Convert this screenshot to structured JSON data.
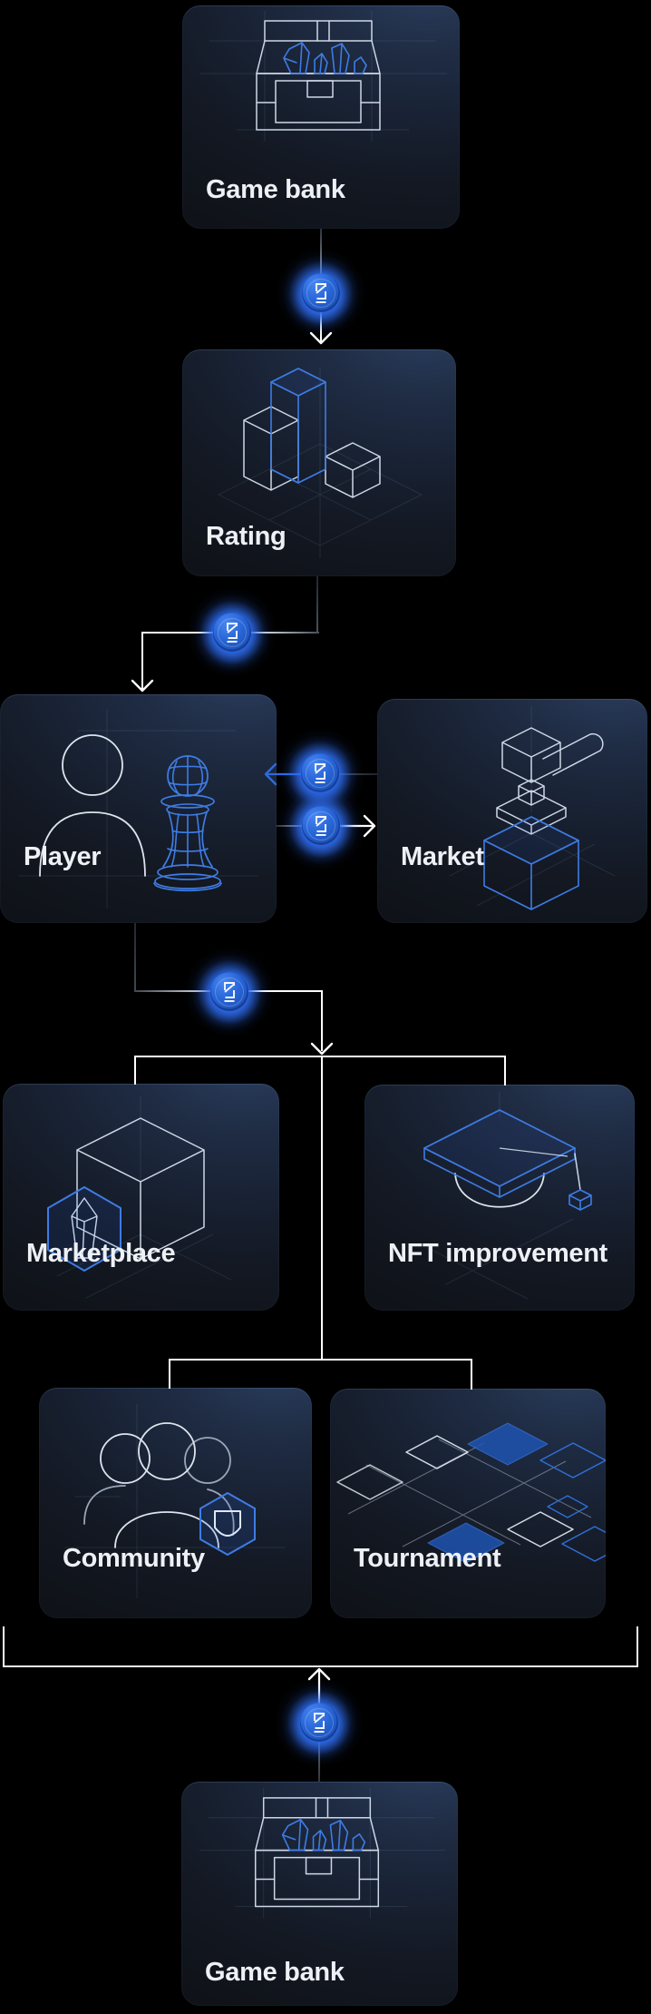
{
  "diagram": {
    "background_color": "#000000",
    "accent_blue": "#2F6FE8",
    "icon_blue": "#3E7CE4",
    "line_white": "#FFFFFF",
    "line_dark": "#3A4048",
    "card_text_color": "#EDF1F6",
    "token": {
      "icon": "token-coin-icon",
      "glyph": "stylized-chess-piece-Z",
      "color": "#2563D4",
      "glow_color": "#2E6CF0"
    },
    "nodes": [
      {
        "id": "game-bank-top",
        "label": "Game bank",
        "icon": "treasure-chest-icon"
      },
      {
        "id": "rating",
        "label": "Rating",
        "icon": "bar-chart-3d-icon"
      },
      {
        "id": "player",
        "label": "Player",
        "icon": "person-chess-pawn-icon"
      },
      {
        "id": "market",
        "label": "Market",
        "icon": "auction-gavel-icon"
      },
      {
        "id": "marketplace",
        "label": "Marketplace",
        "icon": "cube-gem-icon"
      },
      {
        "id": "nft-improvement",
        "label": "NFT improvement",
        "icon": "graduation-cap-icon"
      },
      {
        "id": "community",
        "label": "Community",
        "icon": "people-shield-icon"
      },
      {
        "id": "tournament",
        "label": "Tournament",
        "icon": "diamond-grid-icon"
      },
      {
        "id": "game-bank-bottom",
        "label": "Game bank",
        "icon": "treasure-chest-icon"
      }
    ],
    "edges": [
      {
        "from": "game-bank-top",
        "to": "rating",
        "via": "token",
        "arrow": "down"
      },
      {
        "from": "rating",
        "to": "player",
        "via": "token",
        "arrow": "down"
      },
      {
        "from": "market",
        "to": "player",
        "via": "token",
        "arrow": "left"
      },
      {
        "from": "player",
        "to": "market",
        "via": "token",
        "arrow": "right"
      },
      {
        "from": "player",
        "to": "marketplace",
        "via": "token",
        "arrow": "down"
      },
      {
        "from": "player",
        "to": "nft-improvement",
        "via": "token",
        "arrow": "down"
      },
      {
        "from": "player",
        "to": "community",
        "arrow": "none"
      },
      {
        "from": "player",
        "to": "tournament",
        "arrow": "none"
      },
      {
        "from": "game-bank-bottom",
        "to": "system-loop",
        "via": "token",
        "arrow": "up"
      }
    ]
  }
}
